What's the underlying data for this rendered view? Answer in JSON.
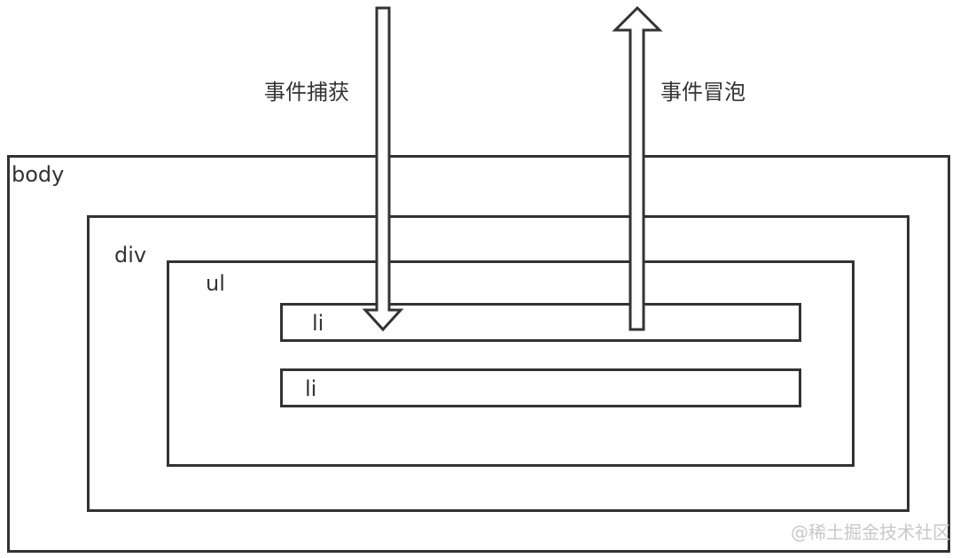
{
  "labels": {
    "capture": "事件捕获",
    "bubble": "事件冒泡",
    "body": "body",
    "div": "div",
    "ul": "ul",
    "li_first": "li",
    "li_second": "li"
  },
  "watermark": "@稀土掘金技术社区",
  "colors": {
    "stroke": "#333333",
    "watermark": "#c8c8c8",
    "background": "#ffffff"
  }
}
